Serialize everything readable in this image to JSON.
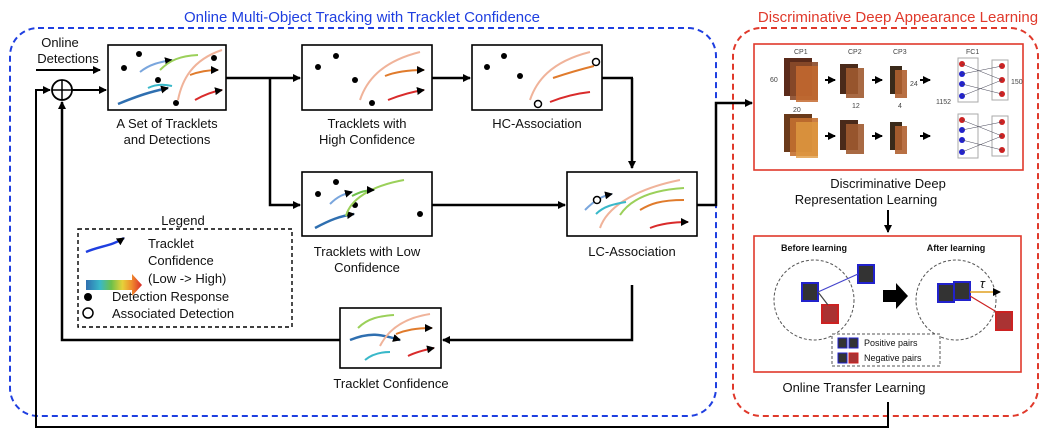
{
  "titles": {
    "tracking": "Online Multi-Object Tracking with Tracklet Confidence",
    "appearance": "Discriminative Deep Appearance Learning"
  },
  "input": {
    "line1": "Online",
    "line2": "Detections"
  },
  "boxes": {
    "tracklets_detections": {
      "line1": "A Set of Tracklets",
      "line2": "and Detections"
    },
    "high_conf": {
      "line1": "Tracklets with",
      "line2": "High Confidence"
    },
    "hc_assoc": {
      "line1": "HC-Association"
    },
    "low_conf": {
      "line1": "Tracklets with Low",
      "line2": "Confidence"
    },
    "lc_assoc": {
      "line1": "LC-Association"
    },
    "confidence": {
      "line1": "Tracklet Confidence"
    }
  },
  "legend": {
    "title": "Legend",
    "tracklet": "Tracklet",
    "confidence": "Confidence",
    "range": "(Low -> High)",
    "detection": "Detection Response",
    "associated": "Associated Detection"
  },
  "deep": {
    "label1": "Discriminative Deep",
    "label2": "Representation Learning",
    "layers": [
      "CP1",
      "CP2",
      "CP3",
      "FC1"
    ],
    "dims": [
      "60",
      "20",
      "12",
      "4",
      "24",
      "1152",
      "150"
    ]
  },
  "transfer": {
    "label": "Online Transfer Learning",
    "before": "Before learning",
    "after": "After learning",
    "tau": "τ",
    "positive": "Positive pairs",
    "negative": "Negative pairs"
  },
  "colors": {
    "blue_frame": "#1f3fe0",
    "red_frame": "#e0392b",
    "deep_box_border": "#e0392b",
    "arrow": "#000000"
  }
}
